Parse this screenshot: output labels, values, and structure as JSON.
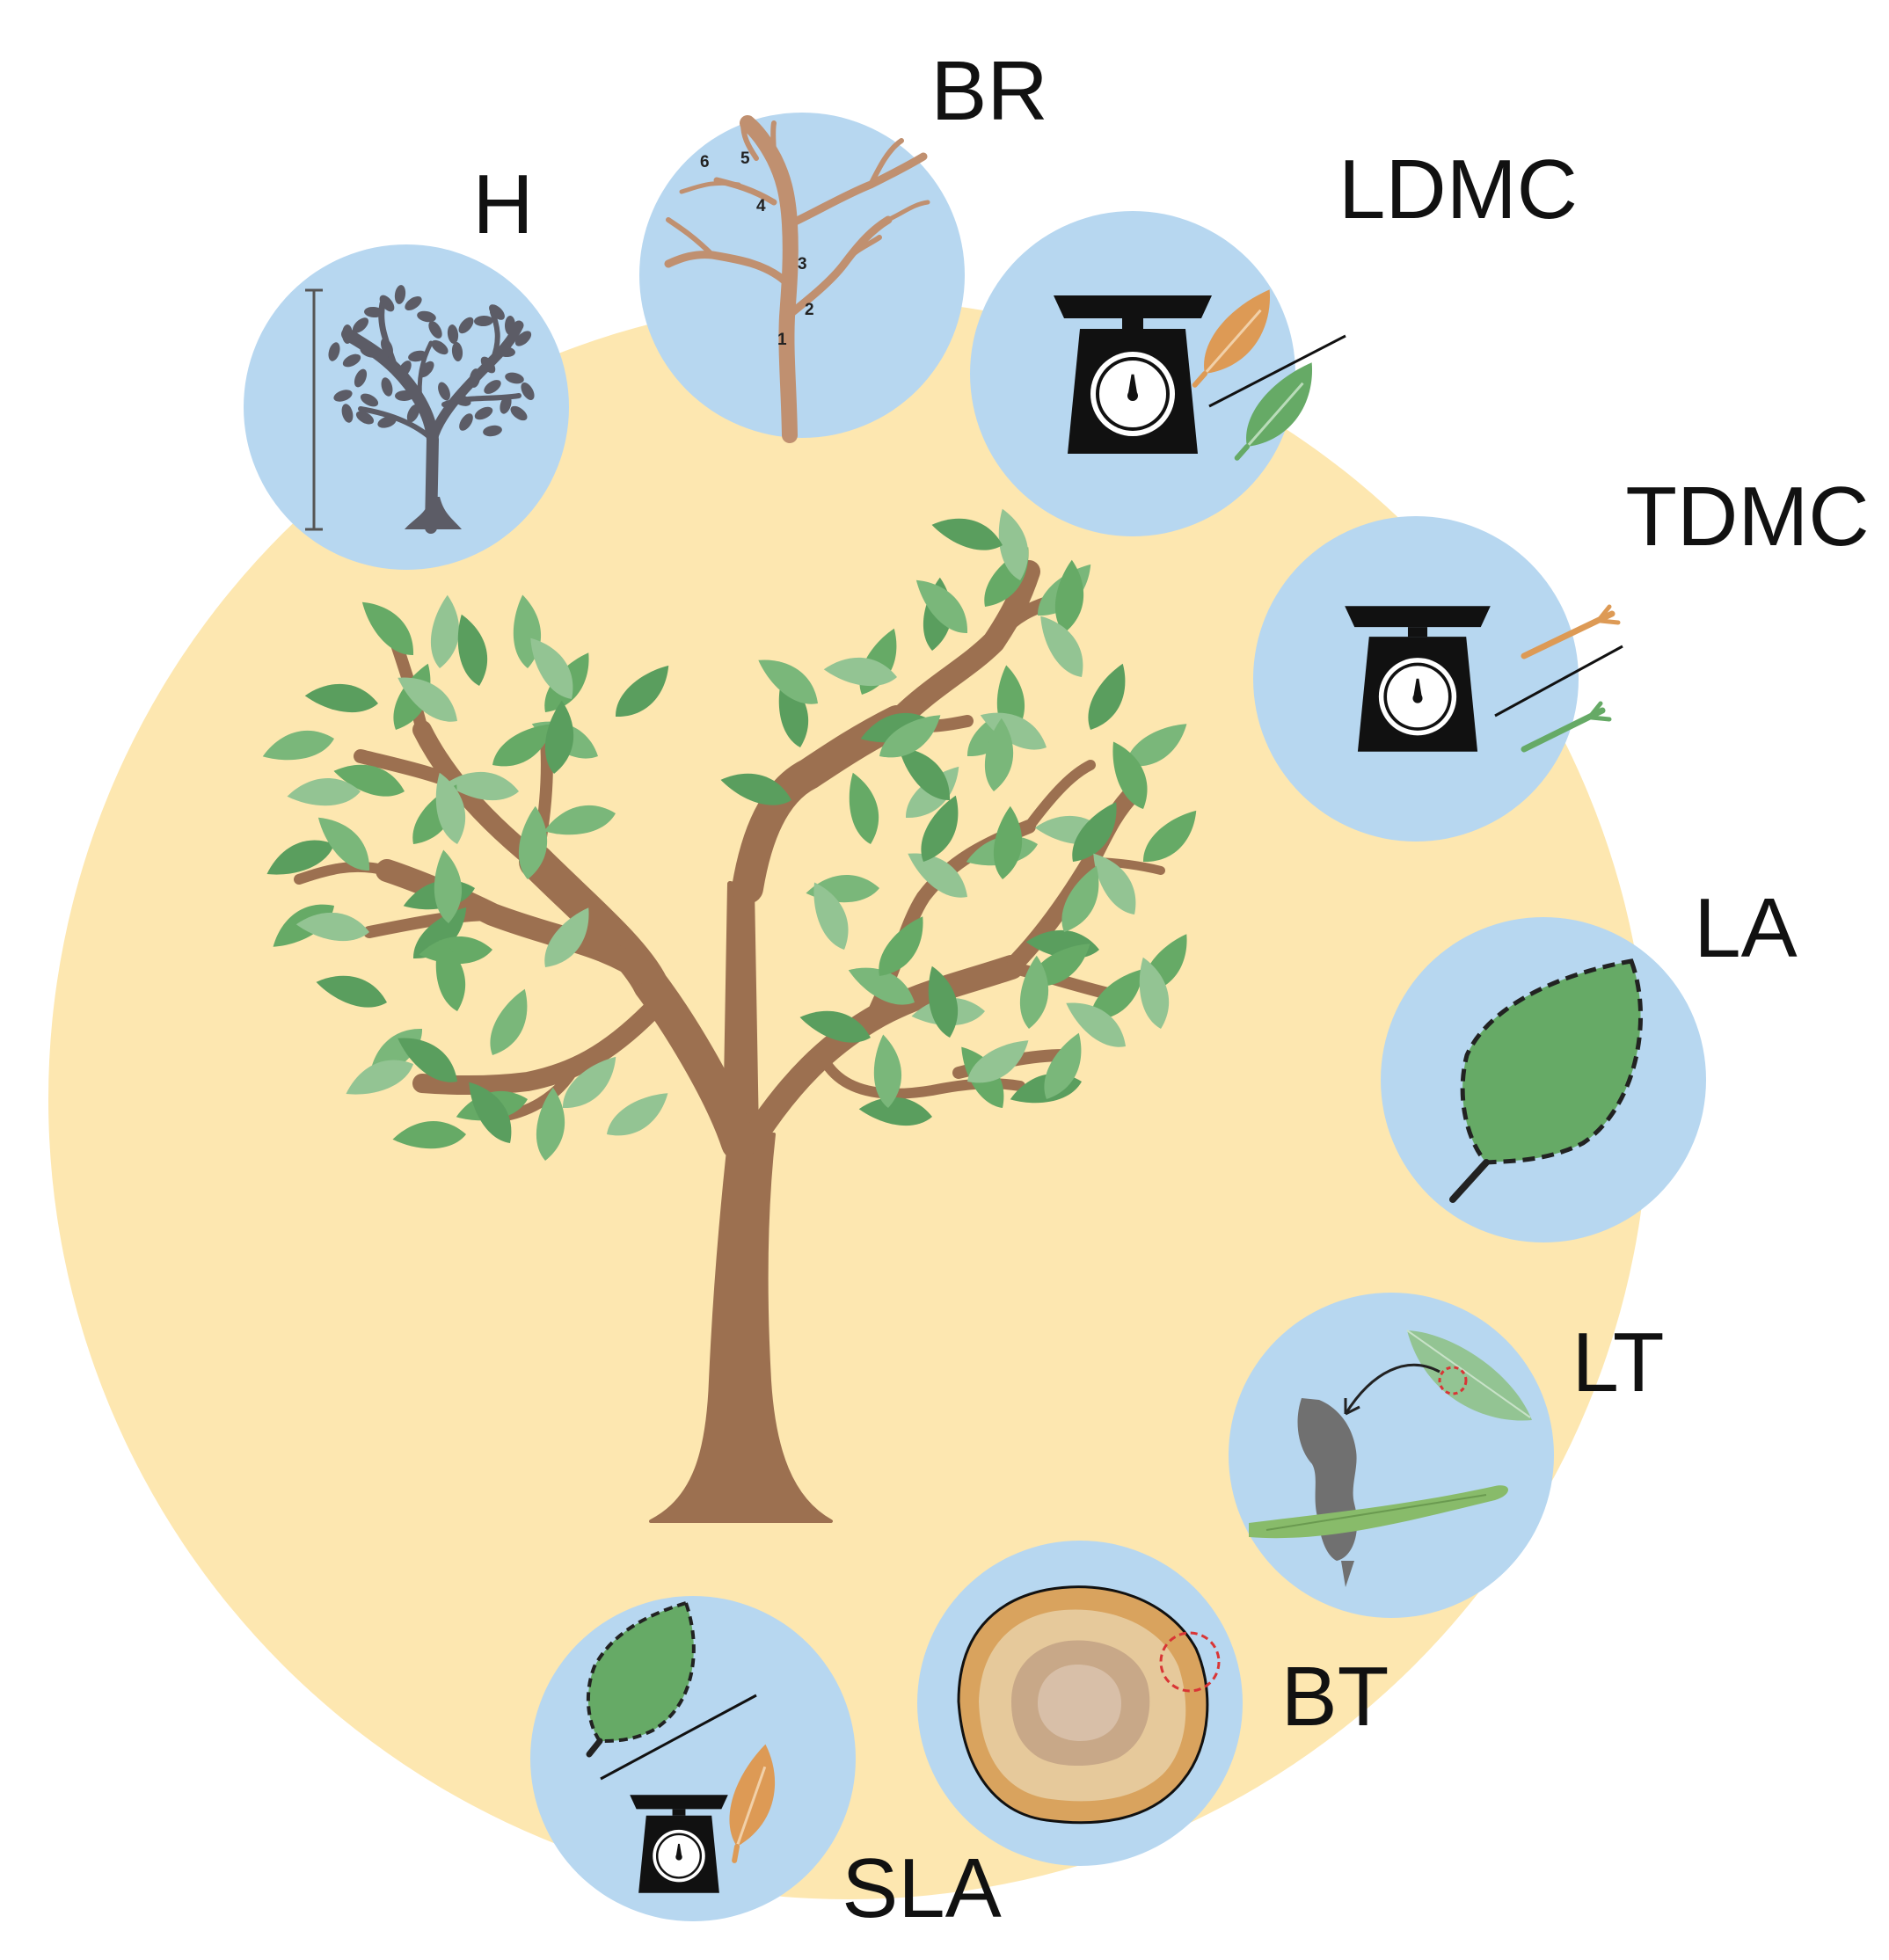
{
  "colors": {
    "background_disc": "#fde7b0",
    "badge_fill": "#b7d7f0",
    "trunk": "#9c7050",
    "trunk_dark": "#7a5238",
    "leaf_green": "#66aa66",
    "leaf_light": "#93c493",
    "leaf_dark": "#4f8f55",
    "leaf_orange": "#dd9a55",
    "scale_black": "#111111",
    "silhouette": "#5c5c66",
    "rock_gray": "#707070",
    "ring_outer": "#d9a35e",
    "ring_mid": "#e6c99b",
    "ring_inner": "#c8a888",
    "ring_core": "#d8bfa8",
    "red_dashed": "#d93535"
  },
  "traits": {
    "H": {
      "label": "H",
      "icon": "tree-silhouette-with-height-bar"
    },
    "BR": {
      "label": "BR",
      "icon": "branch-orders",
      "branch_numbers": [
        "1",
        "2",
        "3",
        "4",
        "5",
        "6"
      ]
    },
    "LDMC": {
      "label": "LDMC",
      "icon": "scale-with-dry-and-fresh-leaf"
    },
    "TDMC": {
      "label": "TDMC",
      "icon": "scale-with-dry-and-fresh-twig"
    },
    "LA": {
      "label": "LA",
      "icon": "leaf-with-dashed-outline"
    },
    "LT": {
      "label": "LT",
      "icon": "micrometer-and-leaf-sample"
    },
    "BT": {
      "label": "BT",
      "icon": "stem-cross-section-rings"
    },
    "SLA": {
      "label": "SLA",
      "icon": "leaf-outline-over-scale-with-dry-leaf"
    }
  },
  "central_image": "tree-icon"
}
